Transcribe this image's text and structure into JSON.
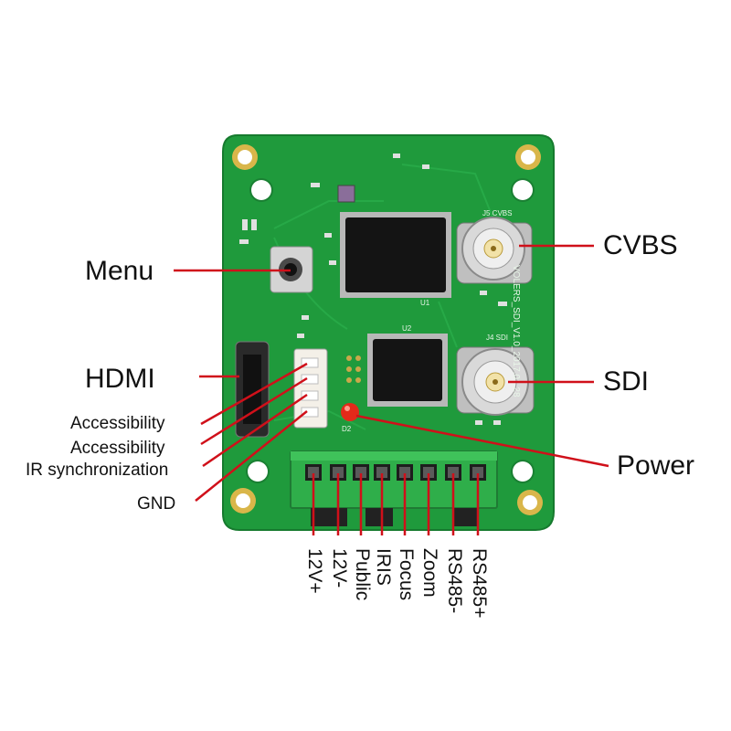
{
  "callouts_right": {
    "cvbs": "CVBS",
    "sdi": "SDI",
    "power": "Power"
  },
  "callouts_left": {
    "menu": "Menu",
    "hdmi": "HDMI",
    "accessibility_1": "Accessibility",
    "accessibility_2": "Accessibility",
    "ir_sync": "IR synchronization",
    "gnd": "GND"
  },
  "terminal_pins": [
    "12V+",
    "12V-",
    "Public",
    "IRIS",
    "Focus",
    "Zoom",
    "RS485-",
    "RS485+"
  ],
  "silkscreen": {
    "board_id": "VOLERS_SDI_V1.0_2017.01.28",
    "j5": "J5 CVBS",
    "j4": "J4 SDI",
    "u1": "U1",
    "u2": "U2",
    "d2": "D2"
  },
  "colors": {
    "board": "#1f9a3c",
    "board_edge": "#167a2e",
    "leader": "#d0101a",
    "chip": "#141414",
    "bnc": "#c9c9c9",
    "terminal": "#2fae4a"
  }
}
